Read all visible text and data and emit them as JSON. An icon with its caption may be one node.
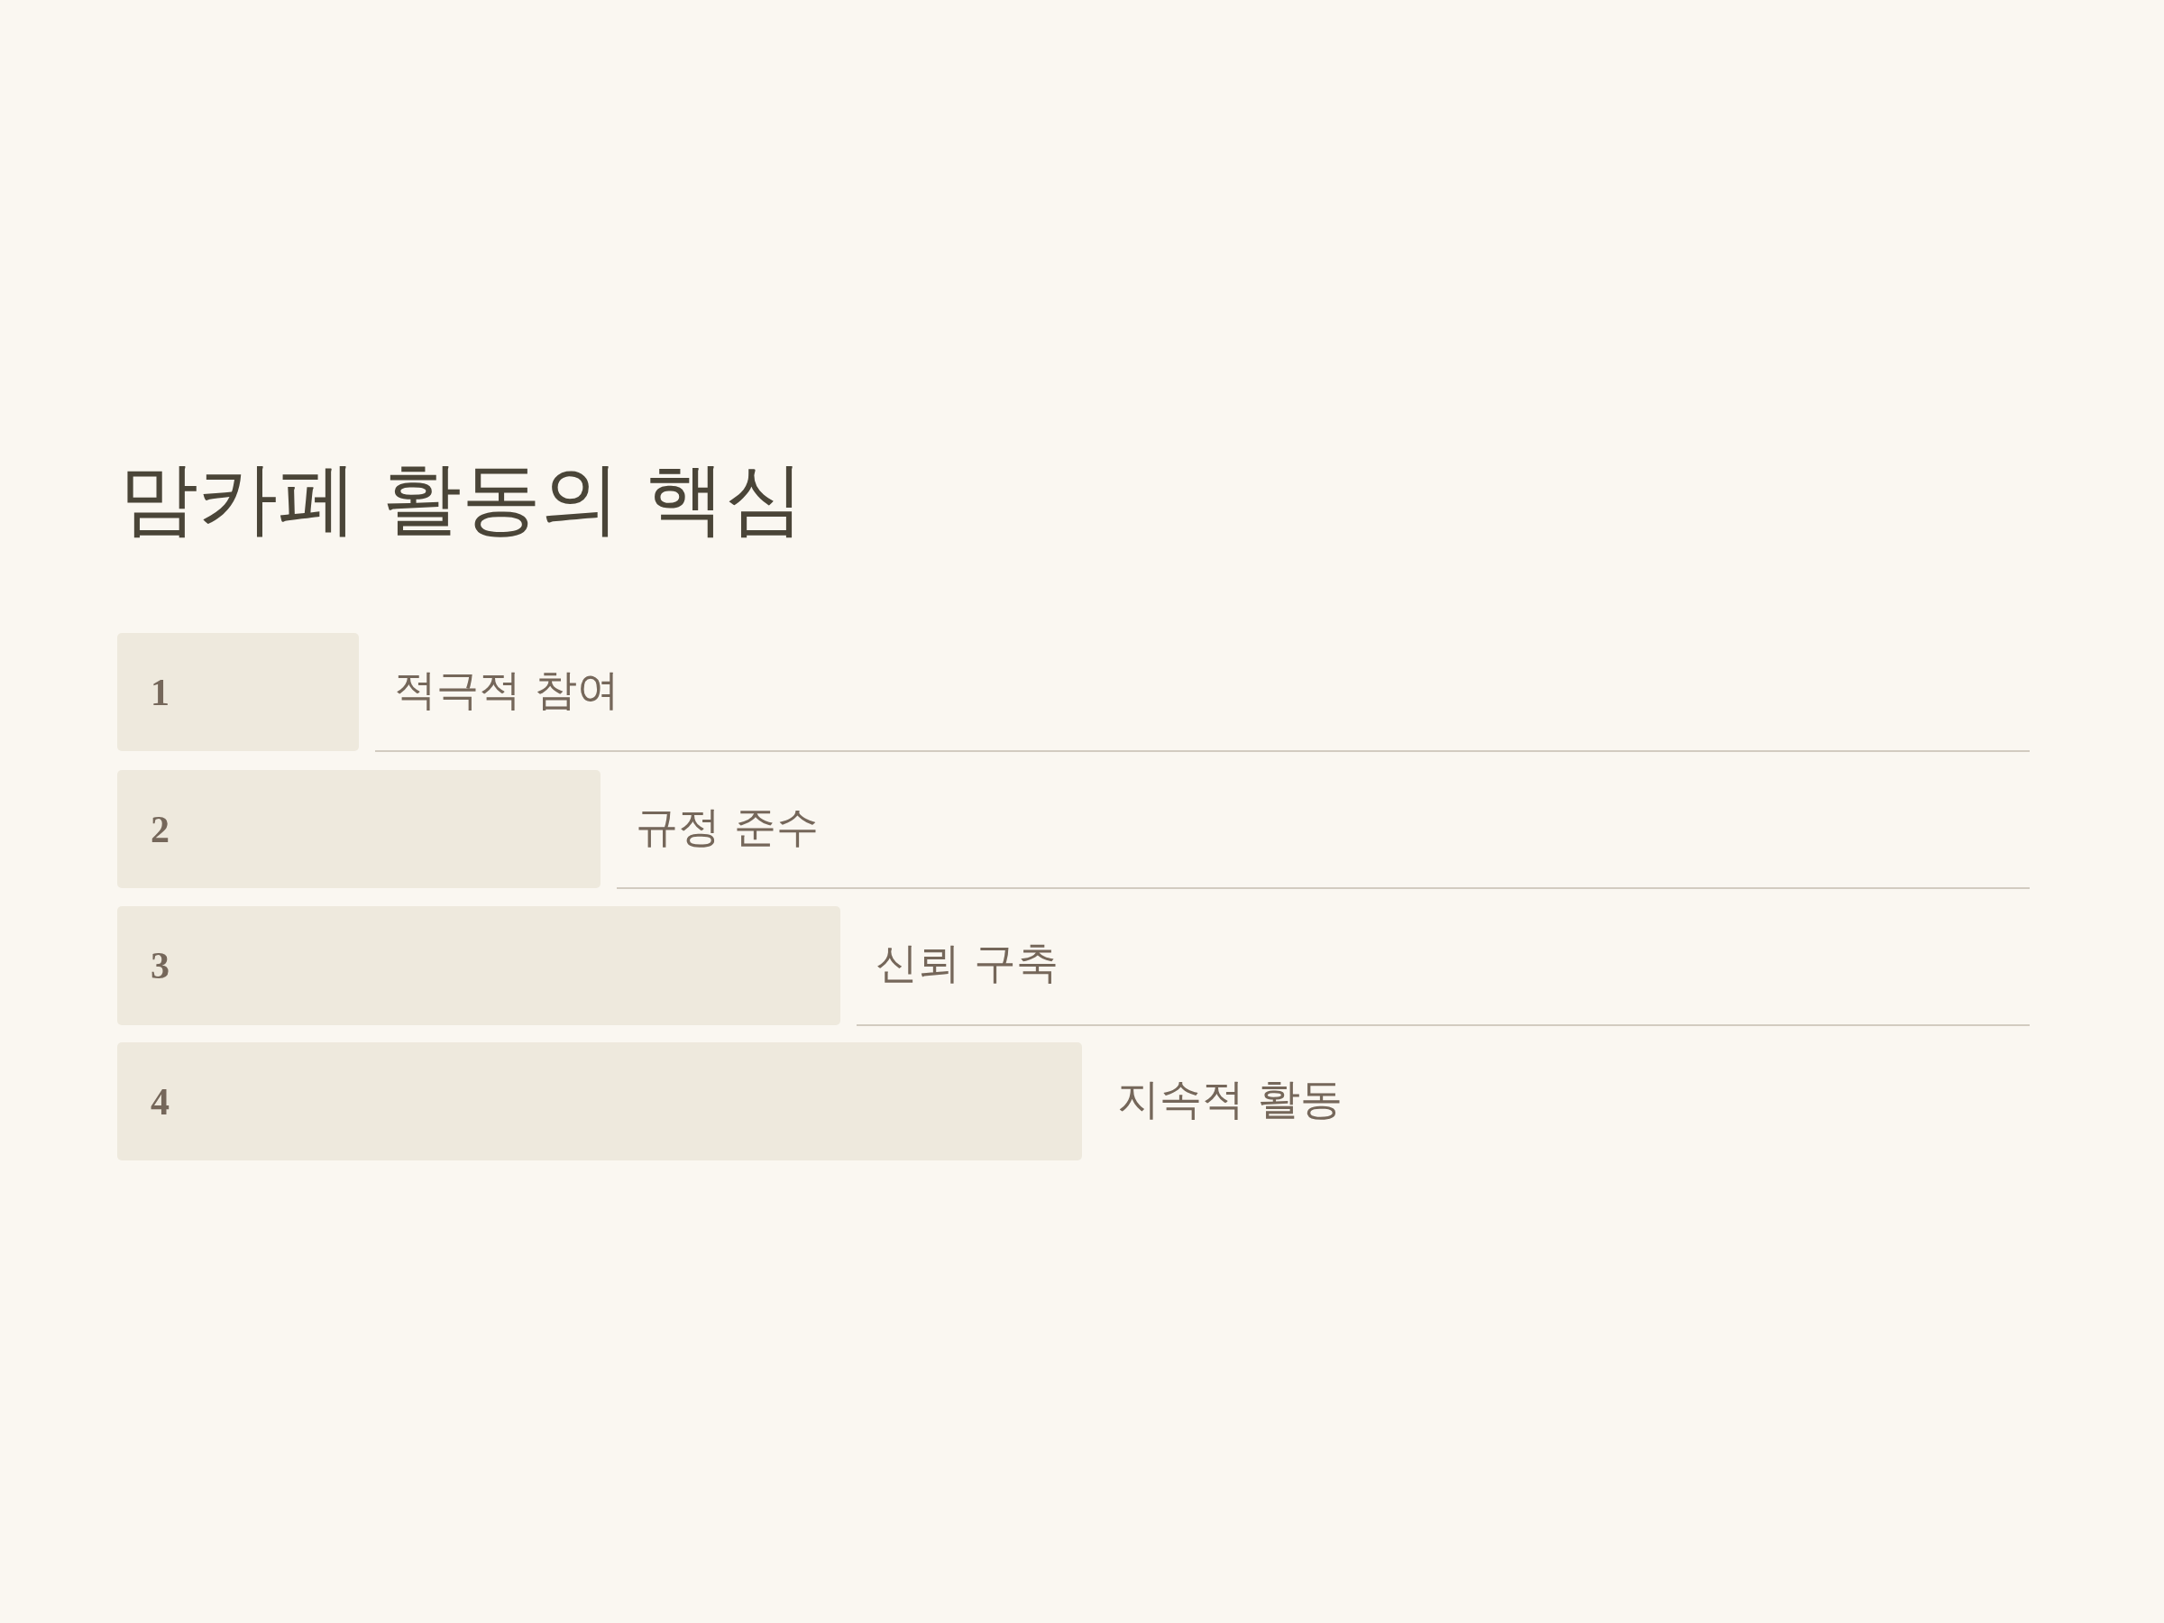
{
  "diagram": {
    "title": "맘카페 활동의 핵심",
    "nodes": [
      {
        "text": [
          "1"
        ],
        "beside": [
          "적극적 참여"
        ]
      },
      {
        "text": [
          "2"
        ],
        "beside": [
          "규정 준수"
        ]
      },
      {
        "text": [
          "3"
        ],
        "beside": [
          "신뢰 구축"
        ]
      },
      {
        "text": [
          "4"
        ],
        "beside": [
          "지속적 활동"
        ]
      }
    ]
  }
}
